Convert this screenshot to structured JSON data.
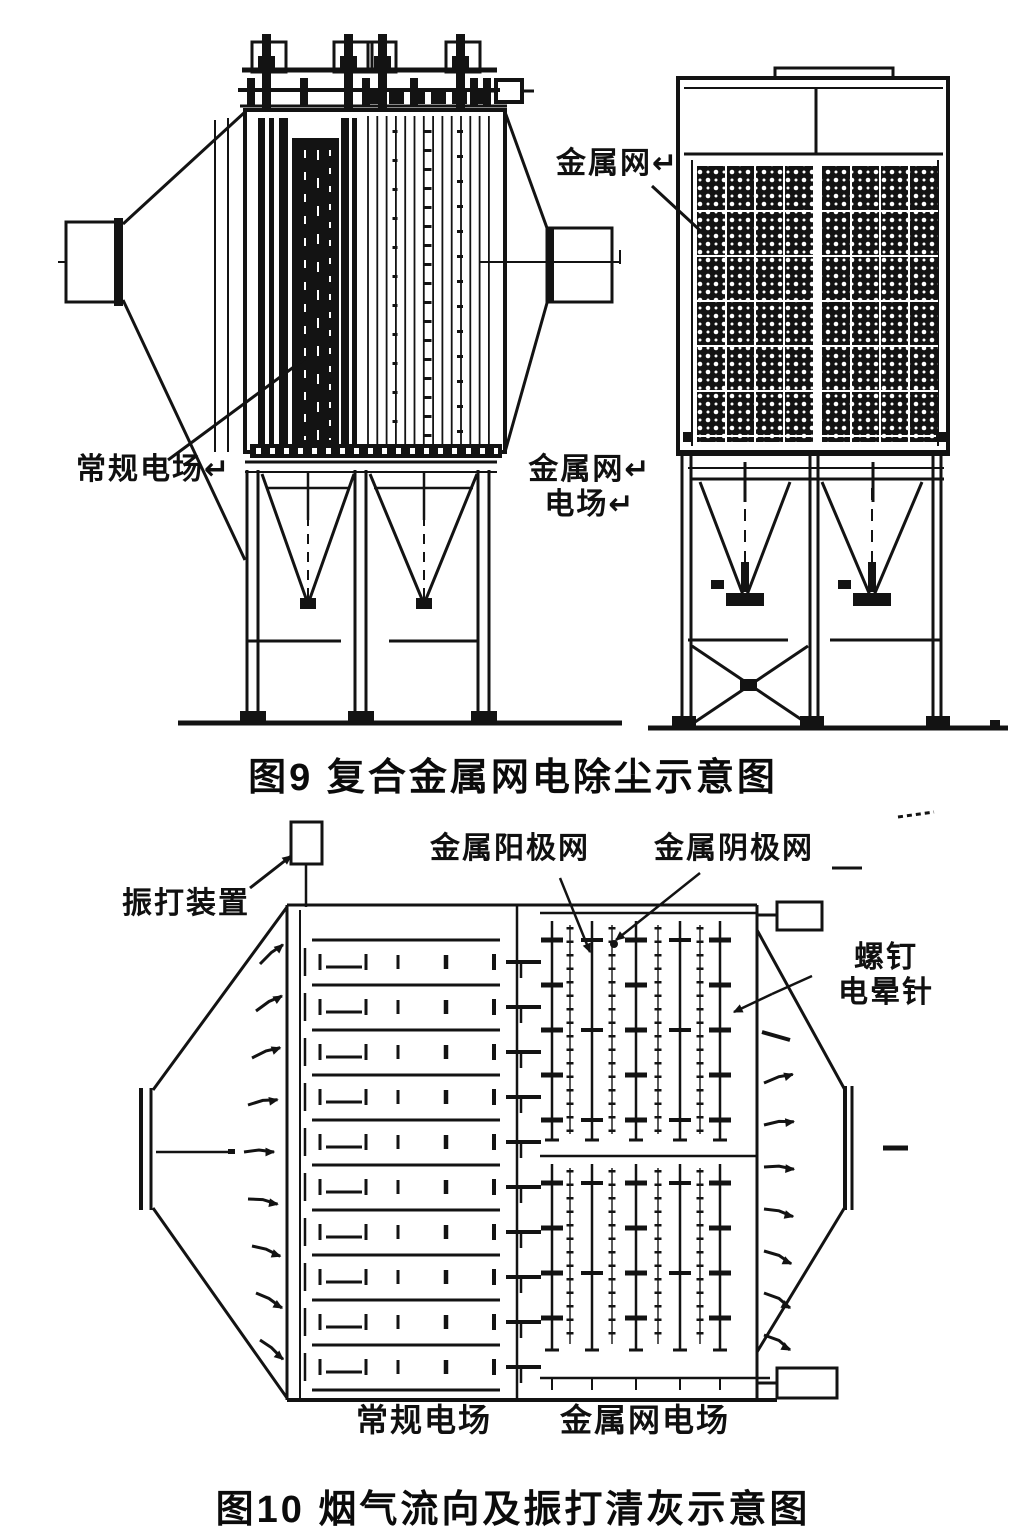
{
  "page": {
    "ink_color": "#131313",
    "paper_color": "#ffffff"
  },
  "figure9": {
    "caption": "图9 复合金属网电除尘示意图",
    "labels": {
      "mesh": "金属网↵",
      "conventional_field": "常规电场↵",
      "mesh_field_line1": "金属网↵",
      "mesh_field_line2": "电场↵"
    }
  },
  "figure10": {
    "caption": "图10 烟气流向及振打清灰示意图",
    "labels": {
      "rapping_device": "振打装置",
      "anode_mesh": "金属阳极网",
      "cathode_mesh": "金属阴极网",
      "corona_line1": "螺钉",
      "corona_line2": "电晕针",
      "conventional_field": "常规电场",
      "mesh_field": "金属网电场"
    }
  }
}
